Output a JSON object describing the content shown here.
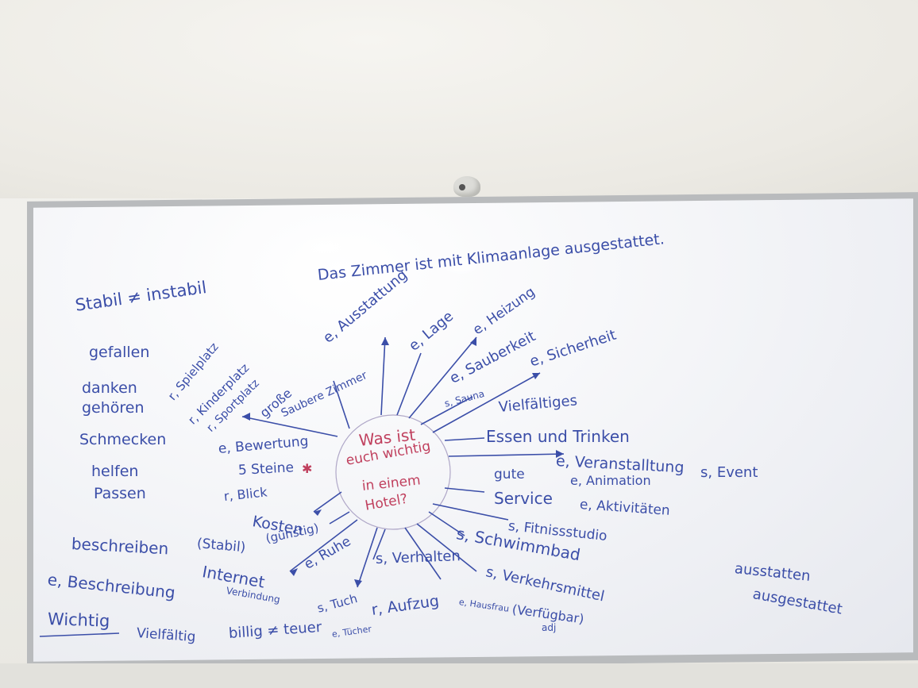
{
  "board": {
    "top_sentence": "Das Zimmer ist mit Klimaanlage ausgestattet.",
    "center": [
      "Was ist",
      "euch wichtig",
      "in einem",
      "Hotel?"
    ],
    "left_column": [
      "Stabil ≠ instabil",
      "gefallen",
      "danken",
      "gehören",
      "Schmecken",
      "helfen",
      "Passen",
      "beschreiben",
      "e, Beschreibung",
      "Wichtig",
      "Vielfältig"
    ],
    "words": {
      "spielplatz": "r, Spielplatz",
      "kinderplatz": "r, Kinderplatz",
      "sportplatz": "r, Sportplatz",
      "grosse": "große",
      "saubere_zimmer": "Saubere Zimmer",
      "ausstattung": "e, Ausstattung",
      "lage": "e, Lage",
      "heizung": "e, Heizung",
      "sauberkeit": "e, Sauberkeit",
      "sauna": "s, Sauna",
      "sicherheit": "e, Sicherheit",
      "vielfaeltiges": "Vielfältiges",
      "essen": "Essen und Trinken",
      "veranstaltung": "e, Veranstalltung",
      "event": "s, Event",
      "gute": "gute",
      "animation": "e, Animation",
      "service": "Service",
      "aktivitaeten": "e, Aktivitäten",
      "fitness": "s, Fitnissstudio",
      "schwimmbad": "s, Schwimmbad",
      "verkehrsmittel": "s, Verkehrsmittel",
      "hausfrau": "e, Hausfrau",
      "verfuegbar": "(Verfügbar)",
      "adj": "adj",
      "verhalten": "s, Verhalten",
      "aufzug": "r, Aufzug",
      "tuch": "s, Tuch",
      "tuecher": "e, Tücher",
      "ruhe": "e, Ruhe",
      "internet": "Internet",
      "verbindung": "Verbindung",
      "stabil": "(Stabil)",
      "kosten": "Kosten",
      "guenstig": "(günstig)",
      "billig": "billig ≠ teuer",
      "blick": "r, Blick",
      "steine": "5 Steine",
      "bewertung": "e, Bewertung",
      "ausstatten": "ausstatten",
      "ausgestattet": "ausgestattet"
    }
  }
}
